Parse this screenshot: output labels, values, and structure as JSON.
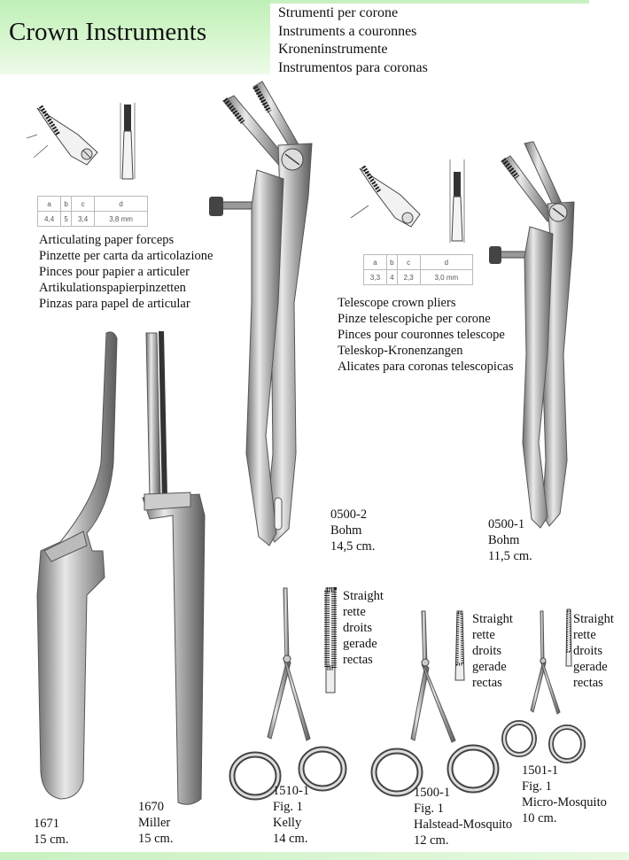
{
  "header": {
    "title": "Crown Instruments",
    "subtitles": [
      "Strumenti per corone",
      "Instruments a couronnes",
      "Kroneninstrumente",
      "Instrumentos para coronas"
    ]
  },
  "articulating": {
    "dims_headers": [
      "a",
      "b",
      "c",
      "d"
    ],
    "dims_values": [
      "4,4",
      "5",
      "3,4",
      "3,8 mm"
    ],
    "labels": [
      "Articulating paper forceps",
      "Pinzette per carta da articolazione",
      "Pinces pour papier a articuler",
      "Artikulationspapierpinzetten",
      "Pinzas para papel de articular"
    ]
  },
  "telescope": {
    "dims_headers": [
      "a",
      "b",
      "c",
      "d"
    ],
    "dims_values": [
      "3,3",
      "4",
      "2,3",
      "3,0 mm"
    ],
    "labels": [
      "Telescope crown pliers",
      "Pinze telescopiche per corone",
      "Pinces pour couronnes telescope",
      "Teleskop-Kronenzangen",
      "Alicates para coronas telescopicas"
    ]
  },
  "products": {
    "p0500_2": [
      "0500-2",
      "Bohm",
      "14,5 cm."
    ],
    "p0500_1": [
      "0500-1",
      "Bohm",
      "11,5 cm."
    ],
    "p1671": [
      "1671",
      "15 cm."
    ],
    "p1670": [
      "1670",
      "Miller",
      "15 cm."
    ],
    "p1510_1": [
      "1510-1",
      "Fig. 1",
      "Kelly",
      "14 cm."
    ],
    "p1500_1": [
      "1500-1",
      "Fig. 1",
      "Halstead-Mosquito",
      "12 cm."
    ],
    "p1501_1": [
      "1501-1",
      "Fig. 1",
      "Micro-Mosquito",
      "10 cm."
    ]
  },
  "straight_labels": [
    "Straight",
    "rette",
    "droits",
    "gerade",
    "rectas"
  ]
}
